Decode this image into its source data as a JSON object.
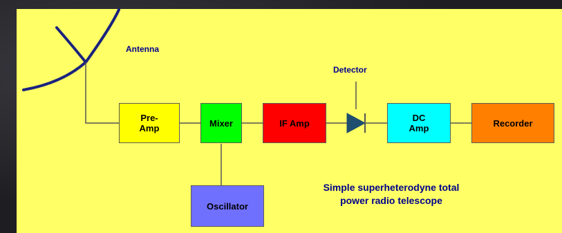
{
  "diagram": {
    "antenna_label": "Antenna",
    "detector_label": "Detector",
    "blocks": {
      "preamp": {
        "label": "Pre-\nAmp",
        "color": "#ffff00"
      },
      "mixer": {
        "label": "Mixer",
        "color": "#00ff00"
      },
      "ifamp": {
        "label": "IF Amp",
        "color": "#ff0000"
      },
      "dcamp": {
        "label": "DC\nAmp",
        "color": "#00ffff"
      },
      "recorder": {
        "label": "Recorder",
        "color": "#ff8000"
      },
      "oscillator": {
        "label": "Oscillator",
        "color": "#7070ff"
      }
    },
    "caption": {
      "line1": "Simple superheterodyne total",
      "line2": "power radio telescope"
    },
    "colors": {
      "background": "#ffff66",
      "wire": "#555555",
      "antenna": "#1a237e",
      "detector": "#1f4e6e",
      "label": "#00008b"
    }
  }
}
